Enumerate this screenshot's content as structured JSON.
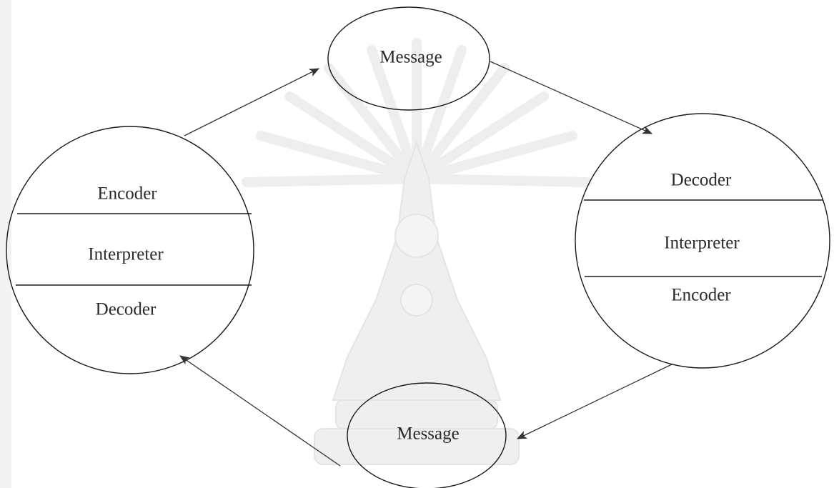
{
  "diagram": {
    "message_top": "Message",
    "message_bottom": "Message",
    "left_circle": {
      "top_section": "Encoder",
      "middle_section": "Interpreter",
      "bottom_section": "Decoder"
    },
    "right_circle": {
      "top_section": "Decoder",
      "middle_section": "Interpreter",
      "bottom_section": "Encoder"
    }
  },
  "colors": {
    "stroke": "#1a1a1a",
    "text": "#2a2a2a",
    "watermark": "#e9e9e9",
    "background": "#ffffff"
  }
}
